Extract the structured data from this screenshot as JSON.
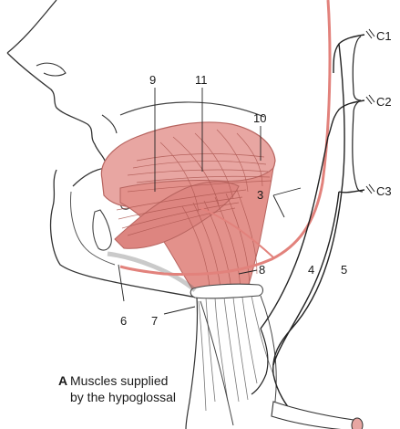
{
  "figure": {
    "labels": {
      "n9": "9",
      "n11": "11",
      "n10": "10",
      "n3": "3",
      "n8": "8",
      "n4": "4",
      "n5": "5",
      "n6": "6",
      "n7": "7",
      "c1": "C1",
      "c2": "C2",
      "c3": "C3"
    },
    "caption": {
      "letter": "A",
      "line1": "Muscles supplied",
      "line2": "by the hypoglossal"
    },
    "colors": {
      "muscle": "#e8a6a2",
      "muscle_dark": "#c9716d",
      "nerve": "#e2827c",
      "outline": "#333333",
      "bone": "#ffffff"
    }
  }
}
